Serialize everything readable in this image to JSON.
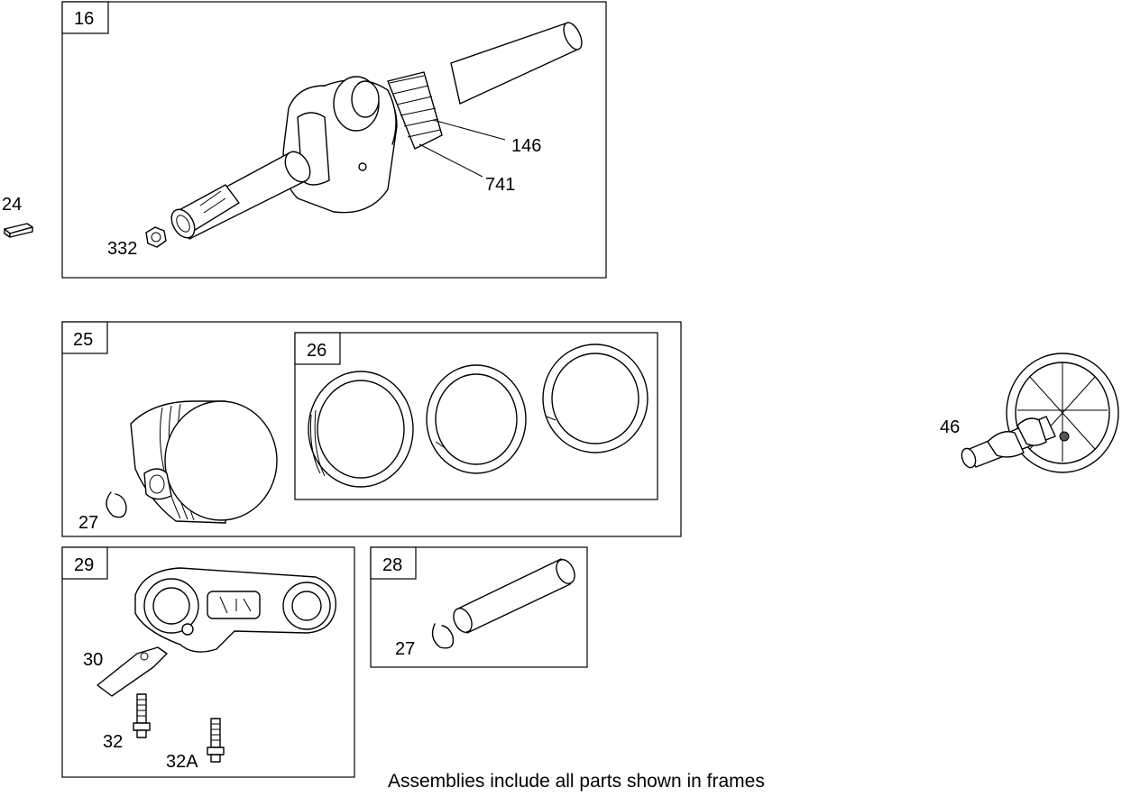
{
  "frames": {
    "crankshaft": {
      "tag": "16"
    },
    "piston": {
      "tag": "25"
    },
    "rings": {
      "tag": "26"
    },
    "connecting_rod": {
      "tag": "29"
    },
    "piston_pin": {
      "tag": "28"
    }
  },
  "callouts": {
    "key": "24",
    "gear": "146",
    "key_741": "741",
    "nut": "332",
    "retainer": "27",
    "retainer_pin": "27",
    "dipper": "30",
    "bolt": "32",
    "bolt_a": "32A",
    "camshaft": "46"
  },
  "footer": "Assemblies include all parts shown in frames"
}
